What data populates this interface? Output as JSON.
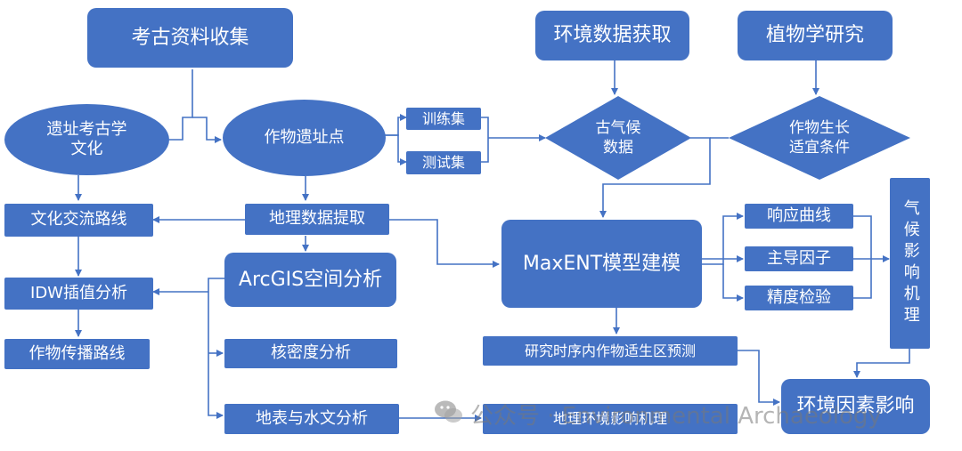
{
  "nodes": {
    "archaeo_collect": "考古资料收集",
    "site_culture": "遗址考古学\n文化",
    "crop_sites": "作物遗址点",
    "train_set": "训练集",
    "test_set": "测试集",
    "env_data": "环境数据获取",
    "botany": "植物学研究",
    "paleoclimate": "古气候\n数据",
    "growth_cond": "作物生长\n适宜条件",
    "culture_route": "文化交流路线",
    "geo_extract": "地理数据提取",
    "maxent": "MaxENT模型建模",
    "response_curve": "响应曲线",
    "main_factor": "主导因子",
    "accuracy": "精度检验",
    "climate_mech": "气候影响机理",
    "idw": "IDW插值分析",
    "arcgis": "ArcGIS空间分析",
    "spread_route": "作物传播路线",
    "kernel": "核密度分析",
    "prediction": "研究时序内作物适生区预测",
    "env_impact": "环境因素影响",
    "surface_hydro": "地表与水文分析",
    "geo_env_mech": "地理环境影响机理"
  },
  "watermark": "公众号 · Environmental Archaeology",
  "colors": {
    "node_fill": "#4472c4",
    "line": "#4472c4",
    "text": "#ffffff"
  }
}
